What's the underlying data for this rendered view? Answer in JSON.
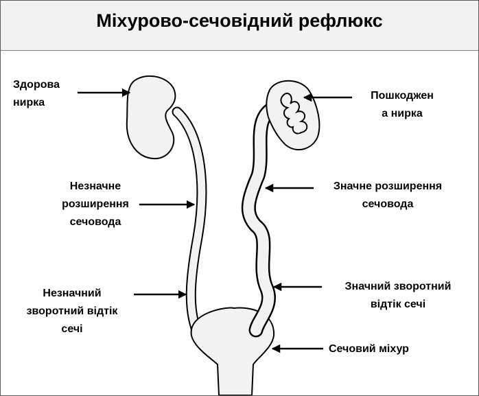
{
  "title": "Міхурово-сечовідний рефлюкс",
  "labels": {
    "healthy_kidney": [
      "Здорова",
      "нирка"
    ],
    "damaged_kidney": [
      "Пошкоджен",
      "а нирка"
    ],
    "minor_dilation": [
      "Незначне",
      "розширення",
      "сечовода"
    ],
    "major_dilation": [
      "Значне розширення",
      "сечовода"
    ],
    "minor_reflux": [
      "Незначний",
      "зворотний відтік",
      "сечі"
    ],
    "major_reflux": [
      "Значний зворотний",
      "відтік сечі"
    ],
    "bladder": [
      "Сечовий міхур"
    ]
  },
  "colors": {
    "organ_fill": "#f2f2f2",
    "outline": "#000000",
    "title_bg": "#f2f2f2"
  }
}
